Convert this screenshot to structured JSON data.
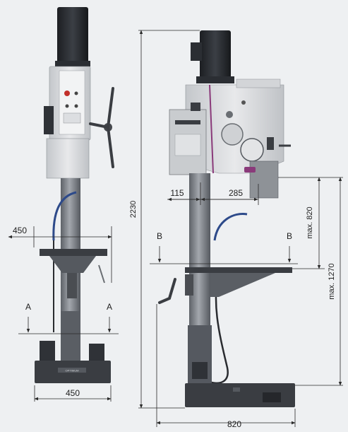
{
  "front_view": {
    "width_top": "450",
    "width_bottom": "450",
    "section_left": "A",
    "section_right": "A",
    "brand_plate": "OPTIMUM"
  },
  "side_view": {
    "total_height": "2230",
    "depth": "820",
    "column_offset": "115",
    "spindle_reach": "285",
    "max_spindle_table": "max. 820",
    "max_spindle_base": "max. 1270",
    "section_left": "B",
    "section_right": "B"
  },
  "colors": {
    "background": "#eef0f2",
    "motor": "#2b2e33",
    "column": "#7c8086",
    "body": "#d8dadd",
    "base": "#3a3d42",
    "accent_stripe": "#8a3a7a",
    "hose": "#2d4a8a"
  }
}
